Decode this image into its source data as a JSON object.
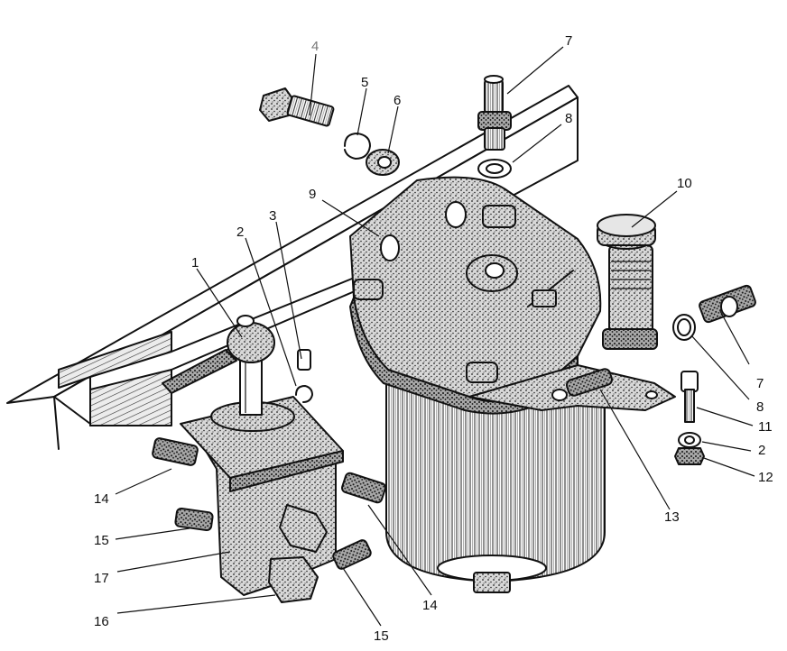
{
  "diagram": {
    "callouts": [
      {
        "id": "c1",
        "text": "1"
      },
      {
        "id": "c2a",
        "text": "2"
      },
      {
        "id": "c2b",
        "text": "2"
      },
      {
        "id": "c3",
        "text": "3"
      },
      {
        "id": "c4",
        "text": "4"
      },
      {
        "id": "c5",
        "text": "5"
      },
      {
        "id": "c6",
        "text": "6"
      },
      {
        "id": "c7a",
        "text": "7"
      },
      {
        "id": "c7b",
        "text": "7"
      },
      {
        "id": "c8a",
        "text": "8"
      },
      {
        "id": "c8b",
        "text": "8"
      },
      {
        "id": "c9",
        "text": "9"
      },
      {
        "id": "c10",
        "text": "10"
      },
      {
        "id": "c11",
        "text": "11"
      },
      {
        "id": "c12",
        "text": "12"
      },
      {
        "id": "c13",
        "text": "13"
      },
      {
        "id": "c14a",
        "text": "14"
      },
      {
        "id": "c14b",
        "text": "14"
      },
      {
        "id": "c15a",
        "text": "15"
      },
      {
        "id": "c15b",
        "text": "15"
      },
      {
        "id": "c16",
        "text": "16"
      },
      {
        "id": "c17",
        "text": "17"
      }
    ],
    "colors": {
      "ink": "#111111",
      "paper": "#ffffff",
      "label_4": "#777777"
    }
  }
}
